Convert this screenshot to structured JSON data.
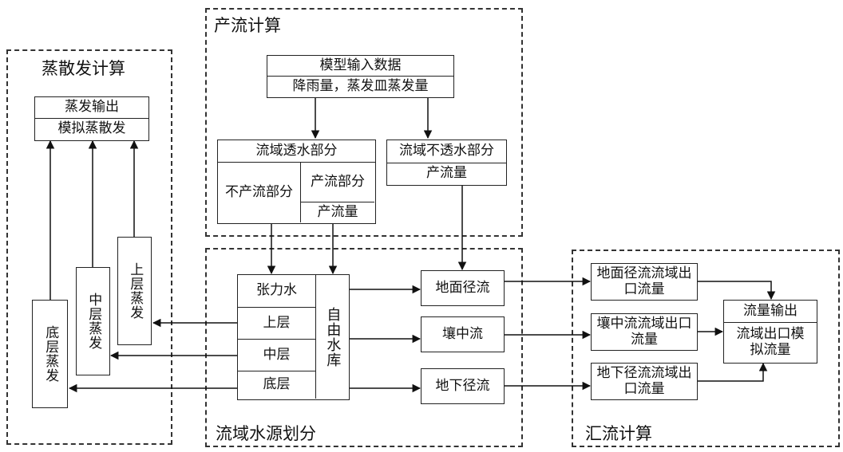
{
  "groups": {
    "evap": "蒸散发计算",
    "runoff": "产流计算",
    "source": "流域水源划分",
    "routing": "汇流计算"
  },
  "evap_output": {
    "header": "蒸发输出",
    "sub": "模拟蒸散发"
  },
  "evap_layers": {
    "upper": "上层蒸发",
    "middle": "中层蒸发",
    "lower": "底层蒸发"
  },
  "model_input": {
    "header": "模型输入数据",
    "sub": "降雨量，蒸发皿蒸发量"
  },
  "pervious": {
    "header": "流域透水部分",
    "non_runoff": "不产流部分",
    "runoff_part": "产流部分",
    "runoff_amount": "产流量"
  },
  "impervious": {
    "header": "流域不透水部分",
    "runoff_amount": "产流量"
  },
  "soil": {
    "tension": "张力水",
    "upper": "上层",
    "middle": "中层",
    "lower": "底层",
    "free_water": "自由水库"
  },
  "flows": {
    "surface": "地面径流",
    "interflow": "壤中流",
    "groundwater": "地下径流"
  },
  "outlets": {
    "surface": "地面径流流域出口流量",
    "interflow": "壤中流流域出口流量",
    "groundwater": "地下径流流域出口流量"
  },
  "flow_output": {
    "header": "流量输出",
    "sub": "流域出口模拟流量"
  }
}
